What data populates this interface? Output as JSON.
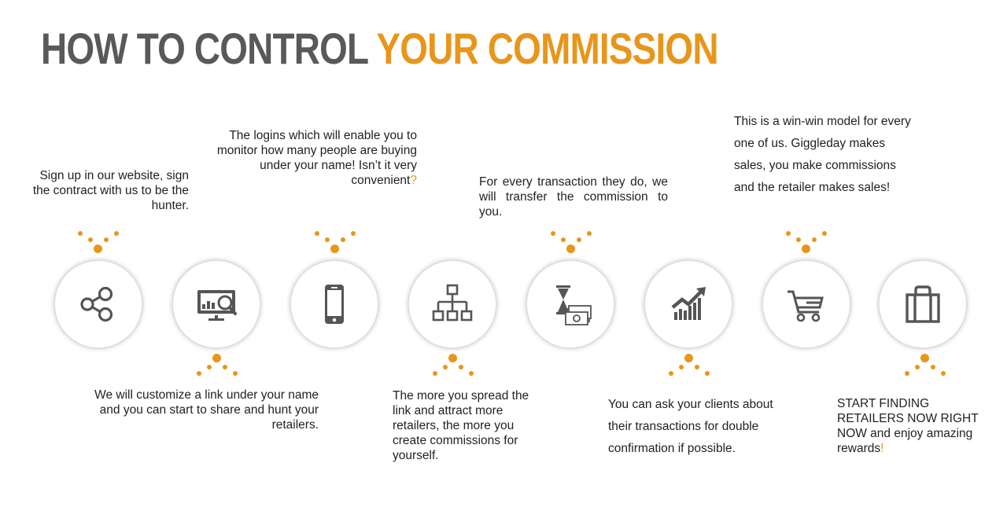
{
  "title": {
    "part1": "HOW TO CONTROL ",
    "part2": "YOUR COMMISSION"
  },
  "colors": {
    "accent": "#e8961b",
    "title_gray": "#595959",
    "icon_gray": "#555555"
  },
  "steps": [
    {
      "icon": "share-icon",
      "text": "Sign up in our website, sign the contract with us to be the hunter."
    },
    {
      "icon": "analytics-monitor-icon",
      "text": "We will customize a link under your name and you can start to share and hunt your retailers."
    },
    {
      "icon": "smartphone-icon",
      "text_main": "The logins which will enable you to monitor how many people are buying under your name! Isn’t it very convenient",
      "text_accent": "?"
    },
    {
      "icon": "hierarchy-icon",
      "text": "The more you spread the link and attract more retailers, the more you create commissions for yourself."
    },
    {
      "icon": "money-time-icon",
      "text": "For every transaction they do, we will transfer the commission to you."
    },
    {
      "icon": "growth-chart-icon",
      "text": "You can ask your clients about their transactions for double confirmation if possible."
    },
    {
      "icon": "shopping-cart-icon",
      "text": "This is a win-win model for every one of us. Giggleday makes sales, you make commissions and the retailer makes sales!"
    },
    {
      "icon": "shopping-bag-icon",
      "text_main": "START FINDING RETAILERS NOW RIGHT NOW and enjoy amazing rewards",
      "text_accent": "!"
    }
  ]
}
